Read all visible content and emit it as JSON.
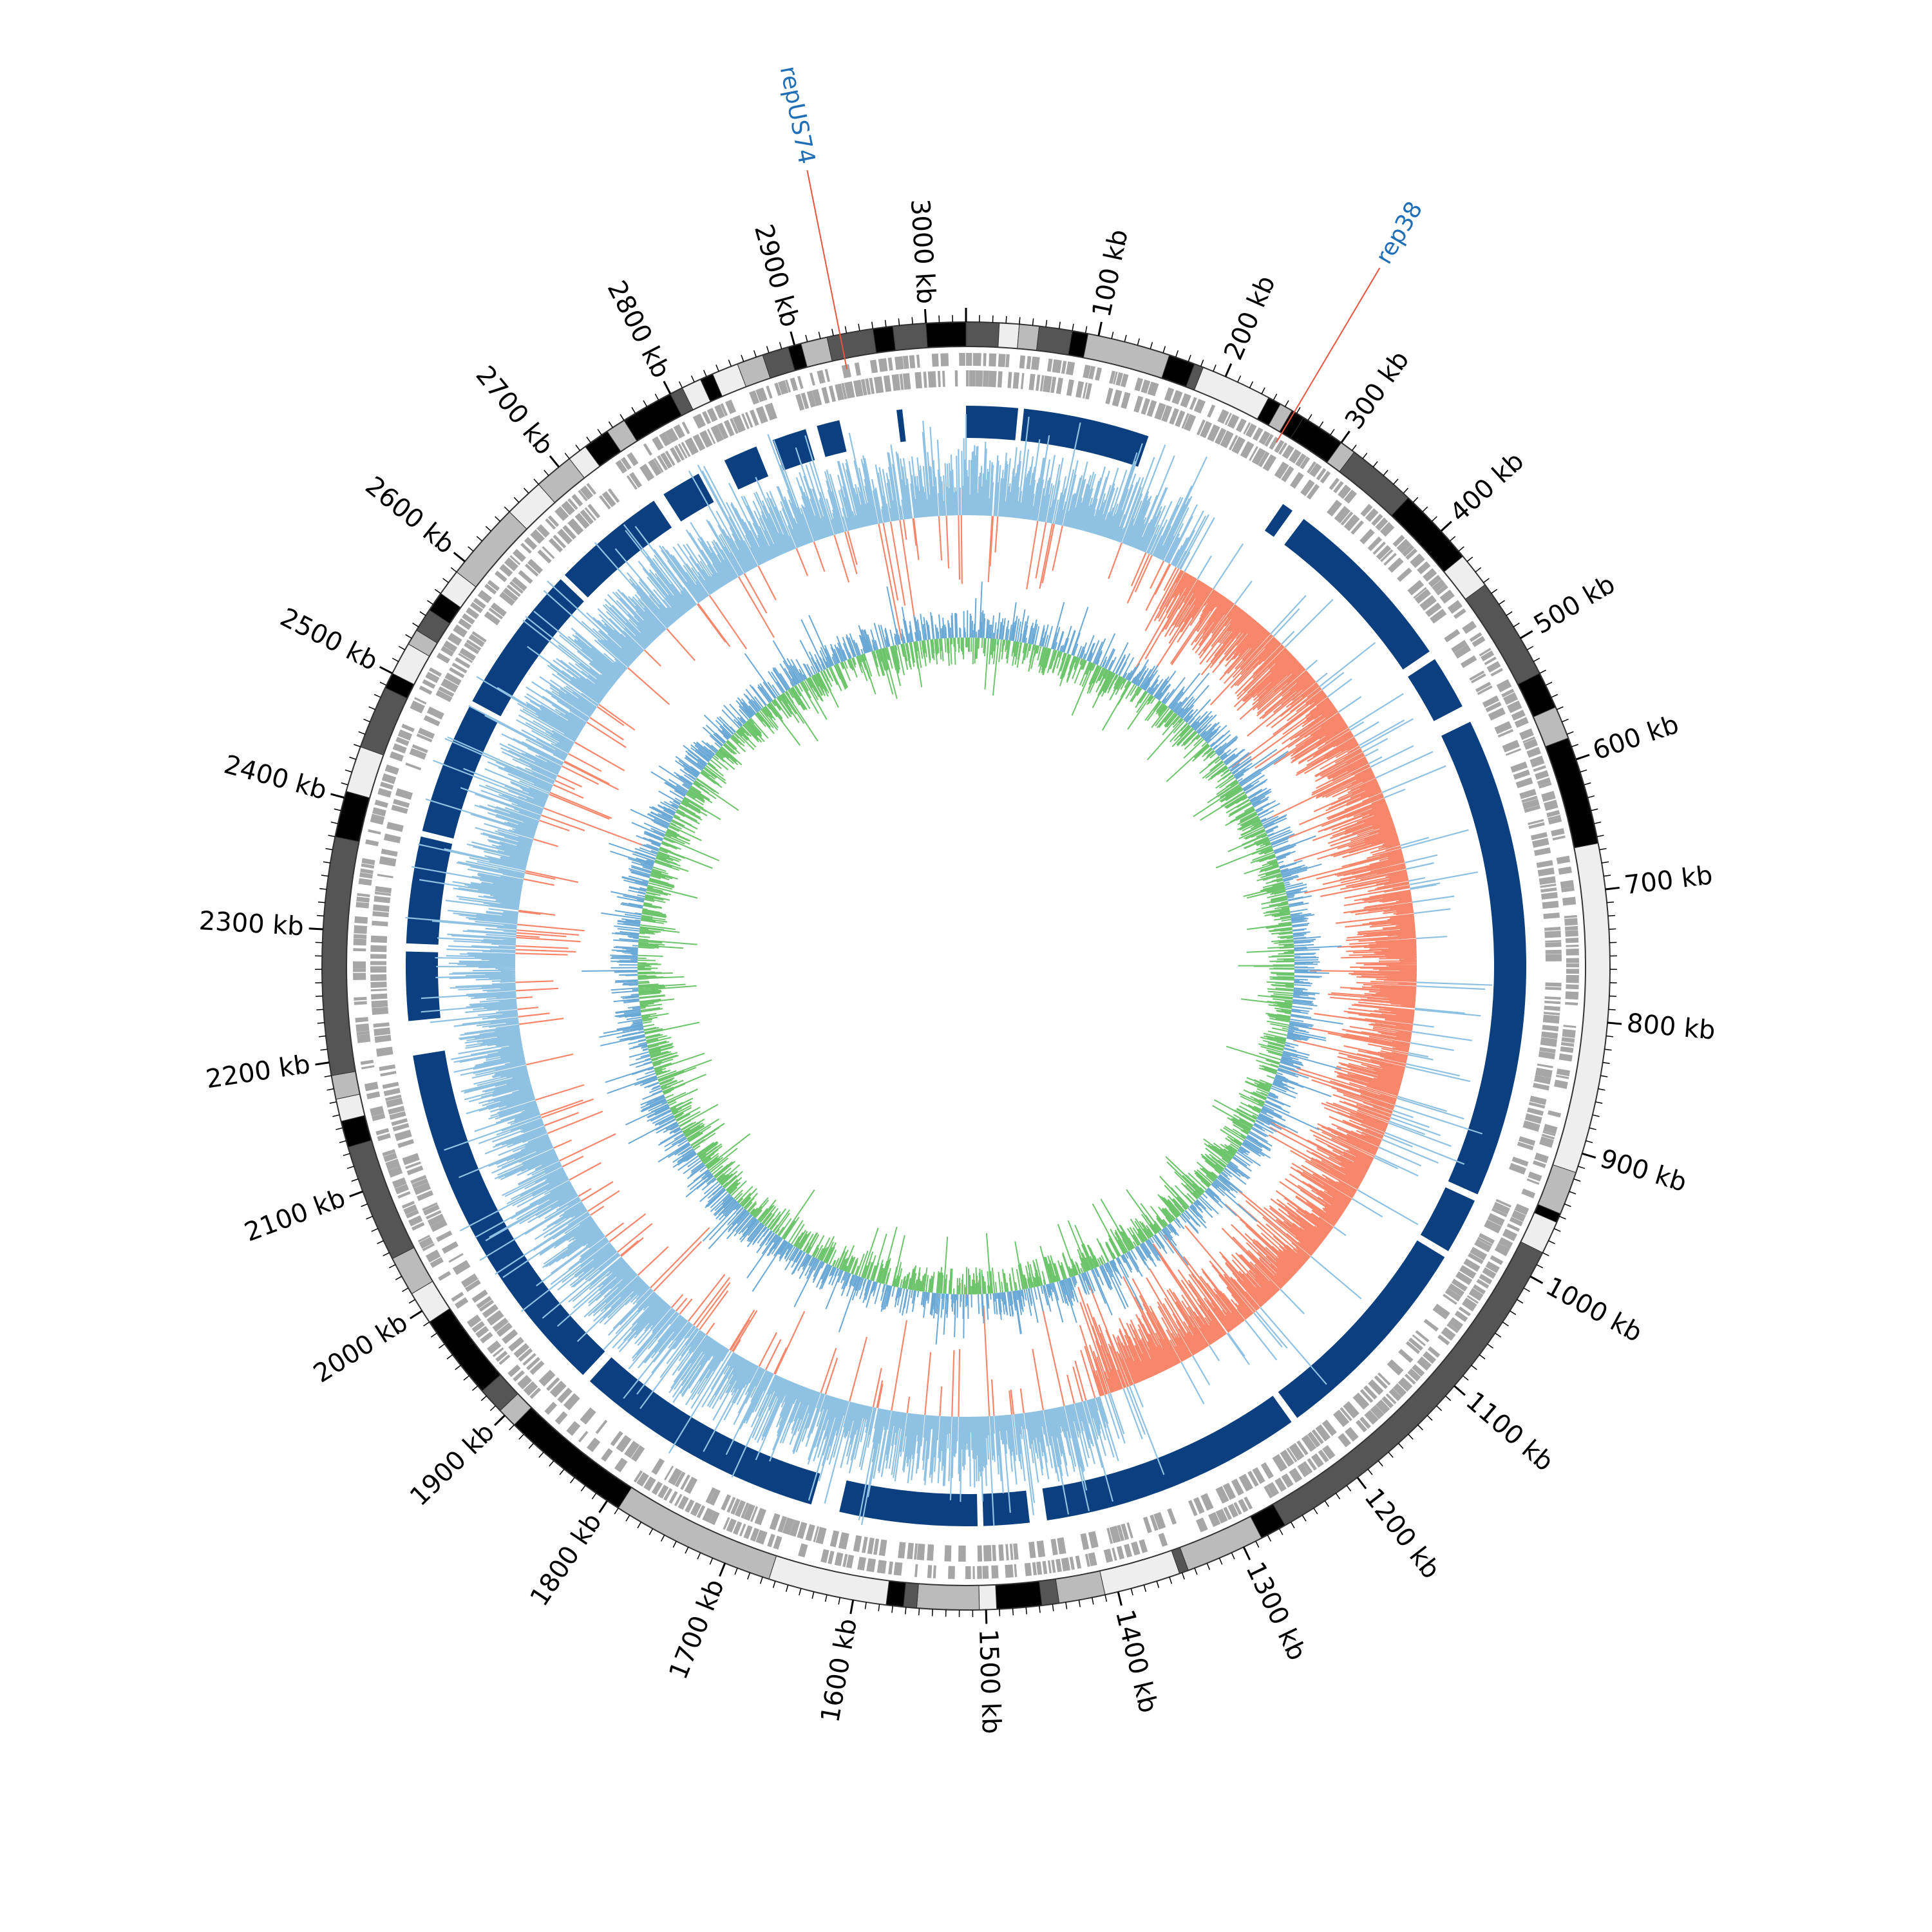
{
  "map": {
    "genome_length_kb": 3030,
    "tick_labels": [
      "100 kb",
      "200 kb",
      "300 kb",
      "400 kb",
      "500 kb",
      "600 kb",
      "700 kb",
      "800 kb",
      "900 kb",
      "1000 kb",
      "1100 kb",
      "1200 kb",
      "1300 kb",
      "1400 kb",
      "1500 kb",
      "1600 kb",
      "1700 kb",
      "1800 kb",
      "1900 kb",
      "2000 kb",
      "2100 kb",
      "2200 kb",
      "2300 kb",
      "2400 kb",
      "2500 kb",
      "2600 kb",
      "2700 kb",
      "2800 kb",
      "2900 kb",
      "3000 kb"
    ],
    "tick_positions_kb": [
      100,
      200,
      300,
      400,
      500,
      600,
      700,
      800,
      900,
      1000,
      1100,
      1200,
      1300,
      1400,
      1500,
      1600,
      1700,
      1800,
      1900,
      2000,
      2100,
      2200,
      2300,
      2400,
      2500,
      2600,
      2700,
      2800,
      2900,
      3000
    ],
    "gene_labels": [
      {
        "text": "repUS74",
        "position_kb": 2935
      },
      {
        "text": "rep38",
        "position_kb": 258
      }
    ],
    "colors": {
      "label_text": "#1f6fb8",
      "label_line": "#e8553f",
      "blast_blue": "#0b3f7f",
      "gc_skew_positive": "#8fc1e3",
      "gc_skew_negative": "#f7866b",
      "gc_content_green": "#6cc46b",
      "gc_content_blue": "#6aa8d6",
      "feature_gray": "#a6a6a6"
    },
    "contig_segments": [
      {
        "start": 0,
        "end": 25,
        "shade": "#555555"
      },
      {
        "start": 25,
        "end": 40,
        "shade": "#eeeeee"
      },
      {
        "start": 40,
        "end": 55,
        "shade": "#bbbbbb"
      },
      {
        "start": 55,
        "end": 80,
        "shade": "#555555"
      },
      {
        "start": 80,
        "end": 92,
        "shade": "#000000"
      },
      {
        "start": 92,
        "end": 155,
        "shade": "#bbbbbb"
      },
      {
        "start": 155,
        "end": 175,
        "shade": "#000000"
      },
      {
        "start": 175,
        "end": 182,
        "shade": "#555555"
      },
      {
        "start": 182,
        "end": 236,
        "shade": "#eeeeee"
      },
      {
        "start": 236,
        "end": 246,
        "shade": "#000000"
      },
      {
        "start": 246,
        "end": 256,
        "shade": "#bbbbbb"
      },
      {
        "start": 256,
        "end": 266,
        "shade": "#000000"
      },
      {
        "start": 266,
        "end": 300,
        "shade": "#000000"
      },
      {
        "start": 300,
        "end": 312,
        "shade": "#bbbbbb"
      },
      {
        "start": 312,
        "end": 365,
        "shade": "#555555"
      },
      {
        "start": 365,
        "end": 425,
        "shade": "#000000"
      },
      {
        "start": 425,
        "end": 452,
        "shade": "#eeeeee"
      },
      {
        "start": 452,
        "end": 530,
        "shade": "#555555"
      },
      {
        "start": 530,
        "end": 558,
        "shade": "#000000"
      },
      {
        "start": 558,
        "end": 583,
        "shade": "#bbbbbb"
      },
      {
        "start": 583,
        "end": 665,
        "shade": "#000000"
      },
      {
        "start": 665,
        "end": 915,
        "shade": "#eeeeee"
      },
      {
        "start": 915,
        "end": 948,
        "shade": "#bbbbbb"
      },
      {
        "start": 948,
        "end": 955,
        "shade": "#000000"
      },
      {
        "start": 955,
        "end": 980,
        "shade": "#eeeeee"
      },
      {
        "start": 980,
        "end": 1265,
        "shade": "#555555"
      },
      {
        "start": 1265,
        "end": 1285,
        "shade": "#000000"
      },
      {
        "start": 1285,
        "end": 1345,
        "shade": "#bbbbbb"
      },
      {
        "start": 1345,
        "end": 1352,
        "shade": "#555555"
      },
      {
        "start": 1352,
        "end": 1410,
        "shade": "#eeeeee"
      },
      {
        "start": 1410,
        "end": 1445,
        "shade": "#bbbbbb"
      },
      {
        "start": 1445,
        "end": 1458,
        "shade": "#555555"
      },
      {
        "start": 1458,
        "end": 1492,
        "shade": "#000000"
      },
      {
        "start": 1492,
        "end": 1505,
        "shade": "#eeeeee"
      },
      {
        "start": 1505,
        "end": 1552,
        "shade": "#bbbbbb"
      },
      {
        "start": 1552,
        "end": 1562,
        "shade": "#555555"
      },
      {
        "start": 1562,
        "end": 1575,
        "shade": "#000000"
      },
      {
        "start": 1575,
        "end": 1665,
        "shade": "#eeeeee"
      },
      {
        "start": 1665,
        "end": 1790,
        "shade": "#bbbbbb"
      },
      {
        "start": 1790,
        "end": 1890,
        "shade": "#000000"
      },
      {
        "start": 1890,
        "end": 1905,
        "shade": "#bbbbbb"
      },
      {
        "start": 1905,
        "end": 1925,
        "shade": "#555555"
      },
      {
        "start": 1925,
        "end": 1990,
        "shade": "#000000"
      },
      {
        "start": 1990,
        "end": 2015,
        "shade": "#eeeeee"
      },
      {
        "start": 2015,
        "end": 2045,
        "shade": "#bbbbbb"
      },
      {
        "start": 2045,
        "end": 2135,
        "shade": "#555555"
      },
      {
        "start": 2135,
        "end": 2155,
        "shade": "#000000"
      },
      {
        "start": 2155,
        "end": 2172,
        "shade": "#eeeeee"
      },
      {
        "start": 2172,
        "end": 2190,
        "shade": "#bbbbbb"
      },
      {
        "start": 2190,
        "end": 2370,
        "shade": "#555555"
      },
      {
        "start": 2370,
        "end": 2405,
        "shade": "#000000"
      },
      {
        "start": 2405,
        "end": 2440,
        "shade": "#eeeeee"
      },
      {
        "start": 2440,
        "end": 2488,
        "shade": "#555555"
      },
      {
        "start": 2488,
        "end": 2500,
        "shade": "#000000"
      },
      {
        "start": 2500,
        "end": 2525,
        "shade": "#eeeeee"
      },
      {
        "start": 2525,
        "end": 2537,
        "shade": "#bbbbbb"
      },
      {
        "start": 2537,
        "end": 2555,
        "shade": "#555555"
      },
      {
        "start": 2555,
        "end": 2570,
        "shade": "#000000"
      },
      {
        "start": 2570,
        "end": 2590,
        "shade": "#eeeeee"
      },
      {
        "start": 2590,
        "end": 2650,
        "shade": "#bbbbbb"
      },
      {
        "start": 2650,
        "end": 2680,
        "shade": "#eeeeee"
      },
      {
        "start": 2680,
        "end": 2710,
        "shade": "#bbbbbb"
      },
      {
        "start": 2710,
        "end": 2725,
        "shade": "#eeeeee"
      },
      {
        "start": 2725,
        "end": 2745,
        "shade": "#000000"
      },
      {
        "start": 2745,
        "end": 2760,
        "shade": "#bbbbbb"
      },
      {
        "start": 2760,
        "end": 2800,
        "shade": "#000000"
      },
      {
        "start": 2800,
        "end": 2810,
        "shade": "#555555"
      },
      {
        "start": 2810,
        "end": 2825,
        "shade": "#eeeeee"
      },
      {
        "start": 2825,
        "end": 2835,
        "shade": "#000000"
      },
      {
        "start": 2835,
        "end": 2855,
        "shade": "#eeeeee"
      },
      {
        "start": 2855,
        "end": 2875,
        "shade": "#bbbbbb"
      },
      {
        "start": 2875,
        "end": 2895,
        "shade": "#555555"
      },
      {
        "start": 2895,
        "end": 2905,
        "shade": "#000000"
      },
      {
        "start": 2905,
        "end": 2925,
        "shade": "#bbbbbb"
      },
      {
        "start": 2925,
        "end": 2960,
        "shade": "#555555"
      },
      {
        "start": 2960,
        "end": 2975,
        "shade": "#000000"
      },
      {
        "start": 2975,
        "end": 3000,
        "shade": "#555555"
      },
      {
        "start": 3000,
        "end": 3030,
        "shade": "#000000"
      }
    ],
    "blast_blocks": [
      {
        "start": 0,
        "end": 45
      },
      {
        "start": 50,
        "end": 160
      },
      {
        "start": 290,
        "end": 300
      },
      {
        "start": 312,
        "end": 470
      },
      {
        "start": 478,
        "end": 525
      },
      {
        "start": 540,
        "end": 960
      },
      {
        "start": 966,
        "end": 1015
      },
      {
        "start": 1021,
        "end": 1210
      },
      {
        "start": 1216,
        "end": 1445
      },
      {
        "start": 1460,
        "end": 1500
      },
      {
        "start": 1505,
        "end": 1625
      },
      {
        "start": 1650,
        "end": 1870
      },
      {
        "start": 1878,
        "end": 2195
      },
      {
        "start": 2225,
        "end": 2285
      },
      {
        "start": 2292,
        "end": 2385
      },
      {
        "start": 2390,
        "end": 2505
      },
      {
        "start": 2510,
        "end": 2640
      },
      {
        "start": 2645,
        "end": 2745
      },
      {
        "start": 2755,
        "end": 2790
      },
      {
        "start": 2815,
        "end": 2845
      },
      {
        "start": 2860,
        "end": 2890
      },
      {
        "start": 2900,
        "end": 2920
      },
      {
        "start": 2970,
        "end": 2975
      }
    ],
    "gc_skew_switch_kb": [
      240,
      1370
    ]
  }
}
